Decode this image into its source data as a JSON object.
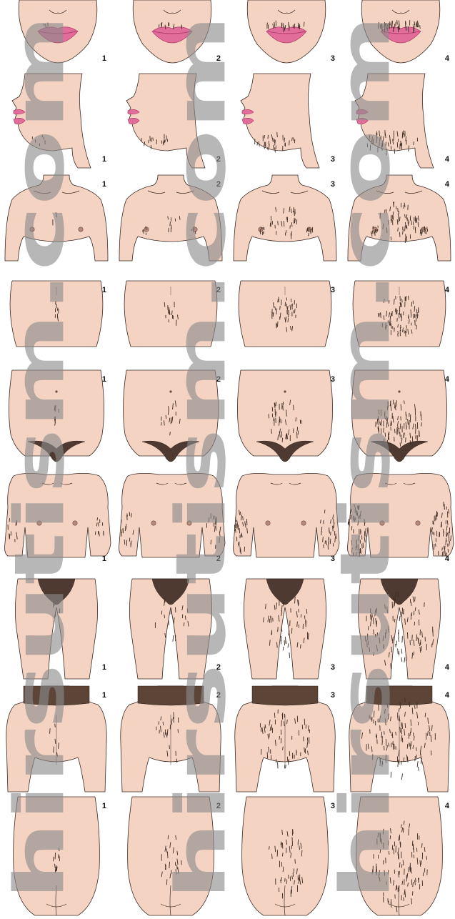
{
  "rows": [
    {
      "region": "upper-lip",
      "scores": [
        "1",
        "2",
        "3",
        "4"
      ]
    },
    {
      "region": "chin",
      "scores": [
        "1",
        "2",
        "3",
        "4"
      ]
    },
    {
      "region": "chest",
      "scores": [
        "1",
        "2",
        "3",
        "4"
      ]
    },
    {
      "region": "upper-abdomen",
      "scores": [
        "1",
        "2",
        "3",
        "4"
      ]
    },
    {
      "region": "lower-abdomen",
      "scores": [
        "1",
        "2",
        "3",
        "4"
      ]
    },
    {
      "region": "arm",
      "scores": [
        "1",
        "2",
        "3",
        "4"
      ]
    },
    {
      "region": "thigh",
      "scores": [
        "1",
        "2",
        "3",
        "4"
      ]
    },
    {
      "region": "upper-back",
      "scores": [
        "1",
        "2",
        "3",
        "4"
      ]
    },
    {
      "region": "lower-back",
      "scores": [
        "1",
        "2",
        "3",
        "4"
      ]
    }
  ],
  "watermark": {
    "columns": [
      "hirsutism.com",
      "hirsutism.com",
      "hirsutism.com"
    ]
  },
  "colors": {
    "skin": "#f5d3c3",
    "outline": "#3a2a24",
    "hair": "#3b2a22",
    "pubic": "#4e3a30",
    "lip": "#e26d9b",
    "lip_dark": "#b23f6c",
    "watermark": "#8a8a8a"
  }
}
